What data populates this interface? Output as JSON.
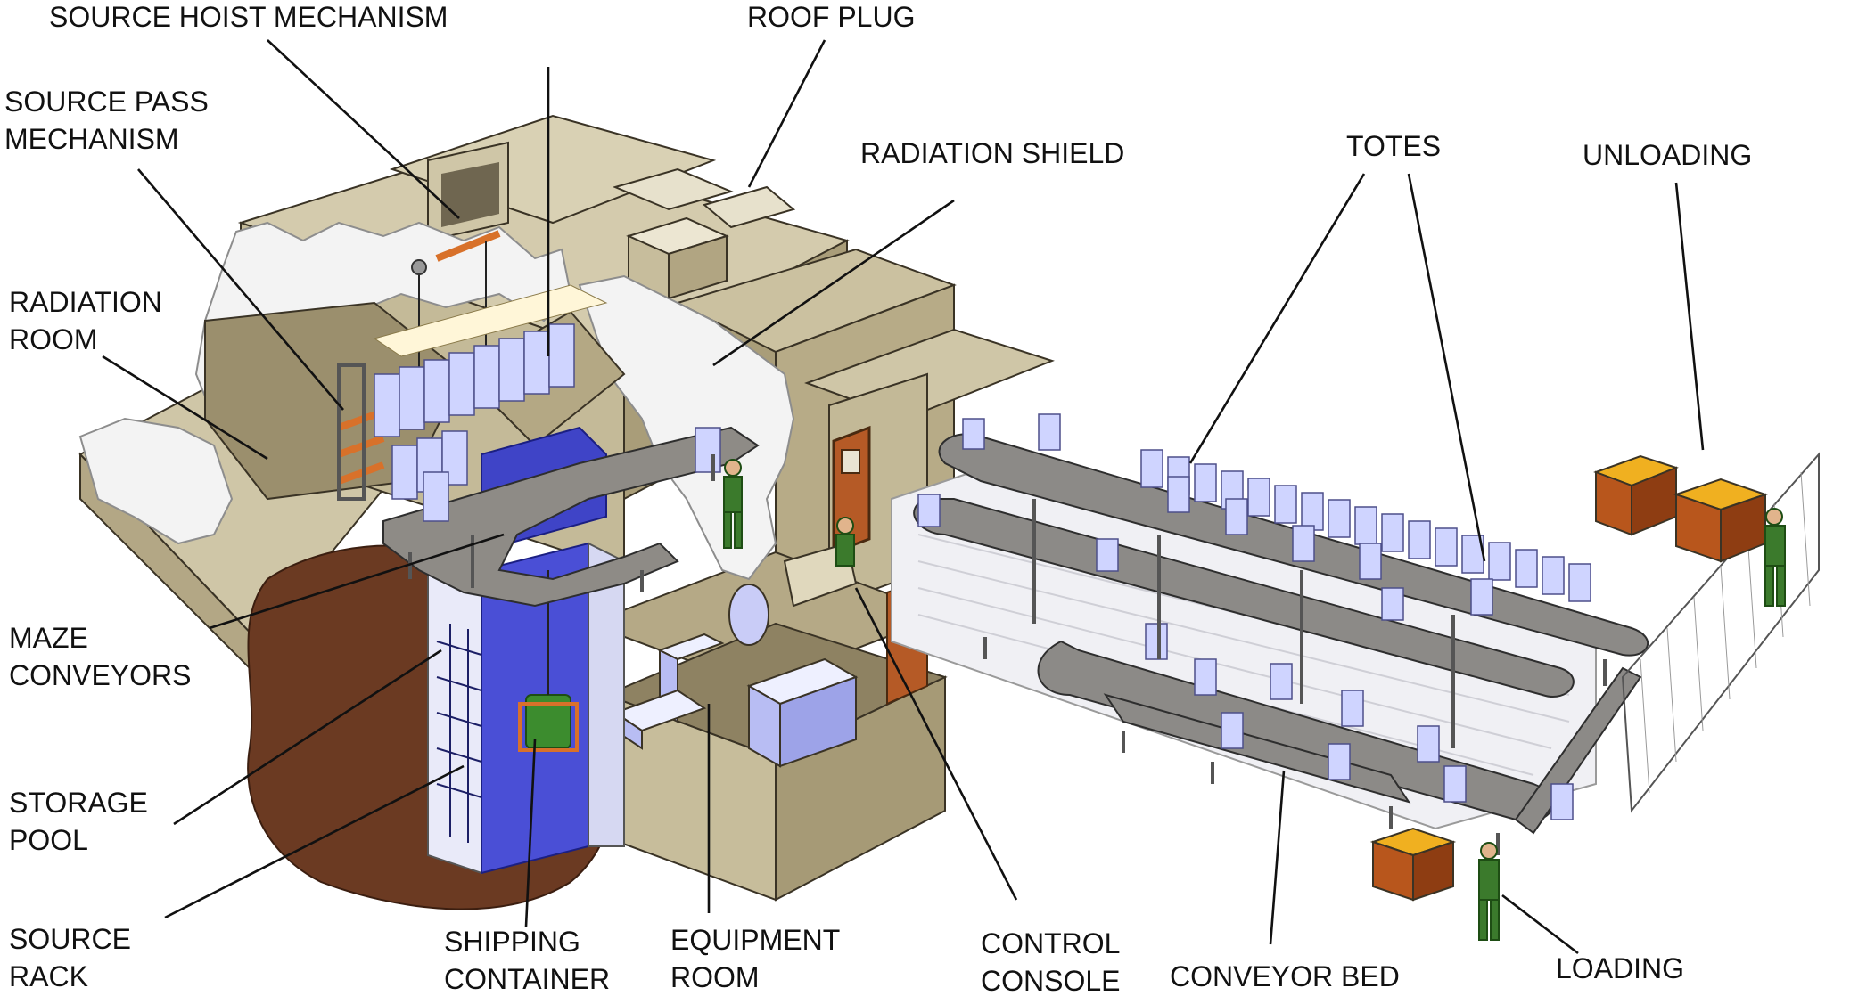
{
  "diagram": {
    "labels": [
      {
        "id": "source-hoist-mechanism",
        "lines": [
          "SOURCE HOIST MECHANISM"
        ]
      },
      {
        "id": "roof-plug",
        "lines": [
          "ROOF  PLUG"
        ]
      },
      {
        "id": "source-pass-mechanism",
        "lines": [
          "SOURCE PASS",
          "MECHANISM"
        ]
      },
      {
        "id": "radiation-shield",
        "lines": [
          "RADIATION SHIELD"
        ]
      },
      {
        "id": "totes",
        "lines": [
          "TOTES"
        ]
      },
      {
        "id": "unloading",
        "lines": [
          "UNLOADING"
        ]
      },
      {
        "id": "radiation-room",
        "lines": [
          "RADIATION",
          "ROOM"
        ]
      },
      {
        "id": "maze-conveyors",
        "lines": [
          "MAZE",
          "CONVEYORS"
        ]
      },
      {
        "id": "storage-pool",
        "lines": [
          "STORAGE",
          "POOL"
        ]
      },
      {
        "id": "source-rack",
        "lines": [
          "SOURCE",
          "RACK"
        ]
      },
      {
        "id": "shipping-container",
        "lines": [
          "SHIPPING",
          "CONTAINER"
        ]
      },
      {
        "id": "equipment-room",
        "lines": [
          "EQUIPMENT",
          "ROOM"
        ]
      },
      {
        "id": "control-console",
        "lines": [
          "CONTROL",
          "CONSOLE"
        ]
      },
      {
        "id": "conveyor-bed",
        "lines": [
          "CONVEYOR BED"
        ]
      },
      {
        "id": "loading",
        "lines": [
          "LOADING"
        ]
      }
    ],
    "colors": {
      "building_wall": "#c9bf9e",
      "building_shadow": "#a89c78",
      "shielding_concrete": "#f2f2f2",
      "pool_earth": "#6b3a22",
      "pool_water": "#4a4fd6",
      "tote": "#cfd4ff",
      "tote_top": "#fff6d8",
      "conveyor": "#8a8a8a",
      "source_hardware": "#d8712a",
      "worker": "#3b7a2c",
      "pallet_boxes": "#b8561c"
    }
  }
}
